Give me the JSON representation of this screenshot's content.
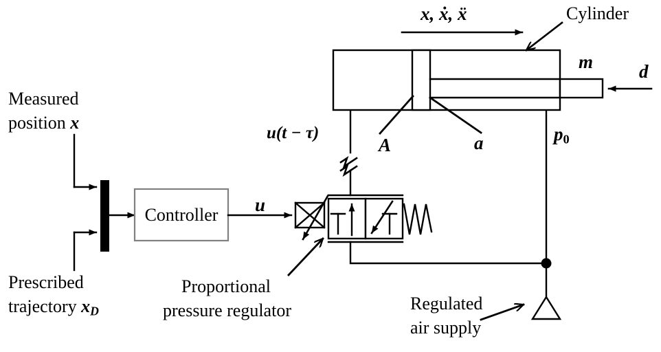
{
  "figure": {
    "title": "Pneumatic cylinder position control system block diagram",
    "colors": {
      "line": "#000000",
      "background": "#ffffff",
      "controller_border": "#808080",
      "junction_bar": "#000000"
    }
  },
  "labels": {
    "measured_position_line1": "Measured",
    "measured_position_line2": "position",
    "measured_position_symbol": "x",
    "prescribed_line1": "Prescribed",
    "prescribed_line2": "trajectory",
    "prescribed_symbol": "x",
    "prescribed_subscript": "D",
    "controller": "Controller",
    "control_signal": "u",
    "delayed_control_signal": "u(t − τ)",
    "piston_area": "A",
    "rod_area": "a",
    "mass": "m",
    "disturbance": "d",
    "supply_pressure": "p",
    "supply_pressure_subscript": "0",
    "motion_states": "x, ẋ, ẍ",
    "cylinder": "Cylinder",
    "regulator_line1": "Proportional",
    "regulator_line2": "pressure regulator",
    "air_supply_line1": "Regulated",
    "air_supply_line2": "air supply"
  },
  "components": {
    "summing_junction": "summing-junction-bar",
    "controller_block": "controller-block",
    "valve": "proportional-pressure-regulator-valve",
    "valve_actuator": "proportional-solenoid-actuator",
    "valve_spring": "return-spring",
    "cylinder_body": "pneumatic-cylinder",
    "piston": "piston",
    "rod": "piston-rod",
    "air_supply_source": "pressure-source-triangle",
    "line_break": "pneumatic-line-break-symbol",
    "junction_dot": "line-junction-dot"
  }
}
